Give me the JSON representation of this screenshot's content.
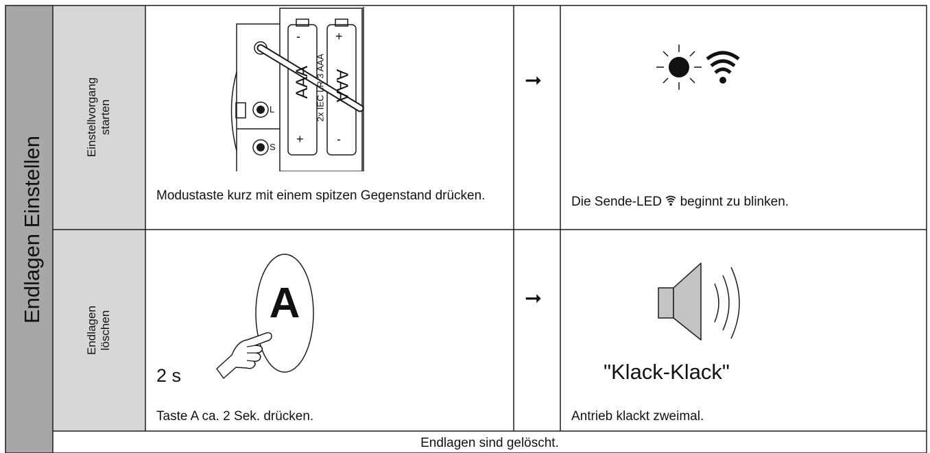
{
  "main_title": "Endlagen Einstellen",
  "rows": [
    {
      "step_label": [
        "Einstellvorgang",
        "starten"
      ],
      "action_text": "Modustaste kurz mit einem spitzen Gegenstand drücken.",
      "arrow": "➞",
      "result_text": "Die Sende-LED",
      "result_text_after": "beginnt zu blinken.",
      "illustration": {
        "battery_top_left": "-",
        "battery_top_right": "+",
        "battery_bottom_left": "+",
        "battery_bottom_right": "-",
        "battery_type_1": "AAA",
        "battery_type_2": "AAA",
        "battery_spec": "2x IEC LR 3 AAA",
        "button_l": "L",
        "button_s": "S",
        "icons": [
          "sun-led-icon",
          "wifi-transmit-icon"
        ]
      }
    },
    {
      "step_label": [
        "Endlagen",
        "löschen"
      ],
      "key_letter": "A",
      "duration": "2 s",
      "action_text": "Taste A ca. 2 Sek. drücken.",
      "arrow": "➞",
      "sound_text": "\"Klack-Klack\"",
      "result_text": "Antrieb klackt zweimal.",
      "illustration": {
        "icons": [
          "hand-pointer-icon",
          "speaker-icon"
        ]
      }
    }
  ],
  "footer_text": "Endlagen sind gelöscht.",
  "colors": {
    "title_bg": "#a7a7a7",
    "label_bg": "#d7d7d7",
    "icon_fill": "#c4c4c4",
    "line": "#1a1a1a"
  }
}
